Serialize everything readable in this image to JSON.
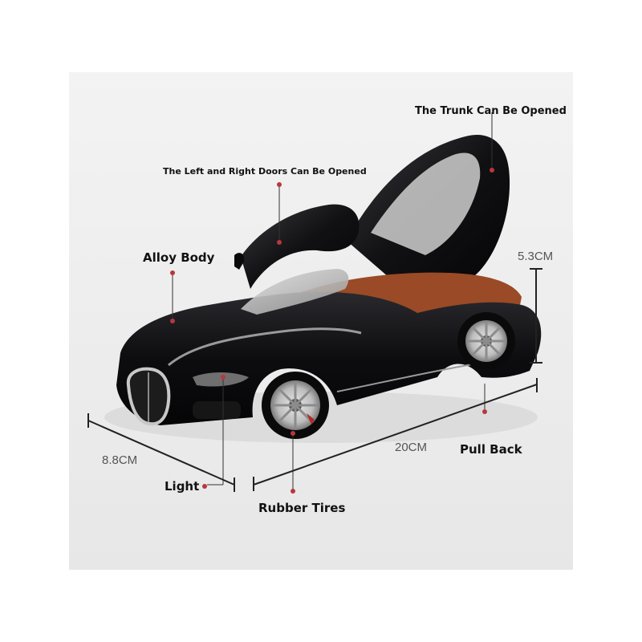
{
  "callouts": {
    "trunk": "The Trunk Can Be Opened",
    "doors": "The Left and Right Doors Can Be Opened",
    "alloy_body": "Alloy Body",
    "light": "Light",
    "rubber_tires": "Rubber Tires",
    "pull_back": "Pull Back"
  },
  "dimensions": {
    "height": "5.3CM",
    "length": "20CM",
    "width": "8.8CM"
  },
  "colors": {
    "callout_dot": "#b8373d",
    "car_body": "#0c0c0e",
    "interior": "#9a4a26",
    "background_panel": "#efefef"
  }
}
